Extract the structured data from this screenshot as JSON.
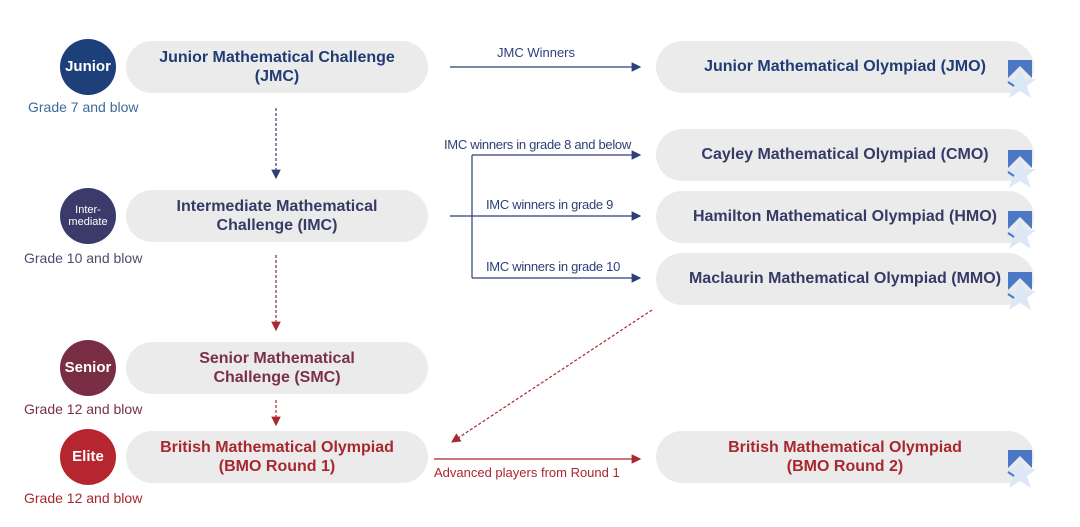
{
  "levels": [
    {
      "badge": "Junior",
      "challenge": "Junior Mathematical Challenge (JMC)",
      "grade": "Grade 7 and blow",
      "color": "#1d3f7a"
    },
    {
      "badge": "Inter-mediate",
      "challenge": "Intermediate Mathematical Challenge (IMC)",
      "grade": "Grade 10 and blow",
      "color": "#3a3b6b"
    },
    {
      "badge": "Senior",
      "challenge": "Senior Mathematical Challenge (SMC)",
      "grade": "Grade 12 and blow",
      "color": "#7a2e45"
    },
    {
      "badge": "Elite",
      "challenge": "British Mathematical Olympiad (BMO Round 1)",
      "grade": "Grade 12 and blow",
      "color": "#b5262f"
    }
  ],
  "olympiads": [
    "Junior Mathematical Olympiad (JMO)",
    "Cayley Mathematical Olympiad (CMO)",
    "Hamilton Mathematical Olympiad (HMO)",
    "Maclaurin Mathematical Olympiad (MMO)",
    "British Mathematical Olympiad (BMO Round 2)"
  ],
  "arrow_labels": {
    "jmc": "JMC Winners",
    "imc8": "IMC winners in grade 8 and below",
    "imc9": "IMC winners in grade 9",
    "imc10": "IMC winners in grade 10",
    "bmo": "Advanced players from Round 1"
  }
}
